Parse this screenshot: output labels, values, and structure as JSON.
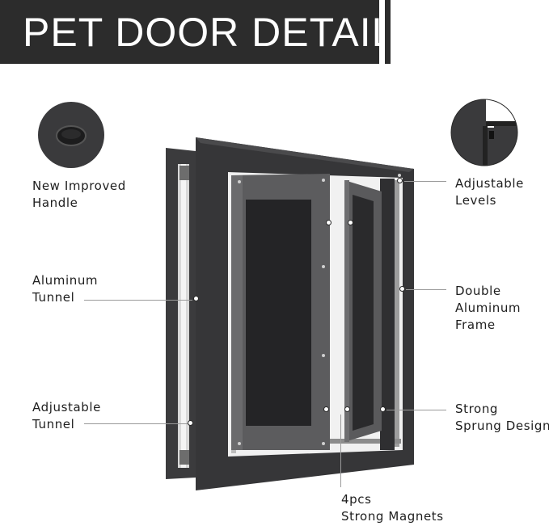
{
  "title": "PET DOOR DETAIL",
  "features": {
    "handle": [
      "New Improved",
      "Handle"
    ],
    "aluminum_tunnel": [
      "Aluminum",
      "Tunnel"
    ],
    "adjustable_tunnel": [
      "Adjustable",
      "Tunnel"
    ],
    "adjustable_levels": [
      "Adjustable",
      "Levels"
    ],
    "double_frame": [
      "Double",
      "Aluminum",
      "Frame"
    ],
    "sprung_design": [
      "Strong",
      "Sprung Design"
    ],
    "magnets": [
      "4pcs",
      "Strong Magnets"
    ]
  },
  "icons": {
    "handle_detail": "oval-handle-icon",
    "corner_detail": "frame-corner-icon"
  },
  "colors": {
    "banner": "#2c2c2c",
    "frame": "#3a3a3c",
    "flap": "#5b5b5d",
    "window": "#232325"
  }
}
